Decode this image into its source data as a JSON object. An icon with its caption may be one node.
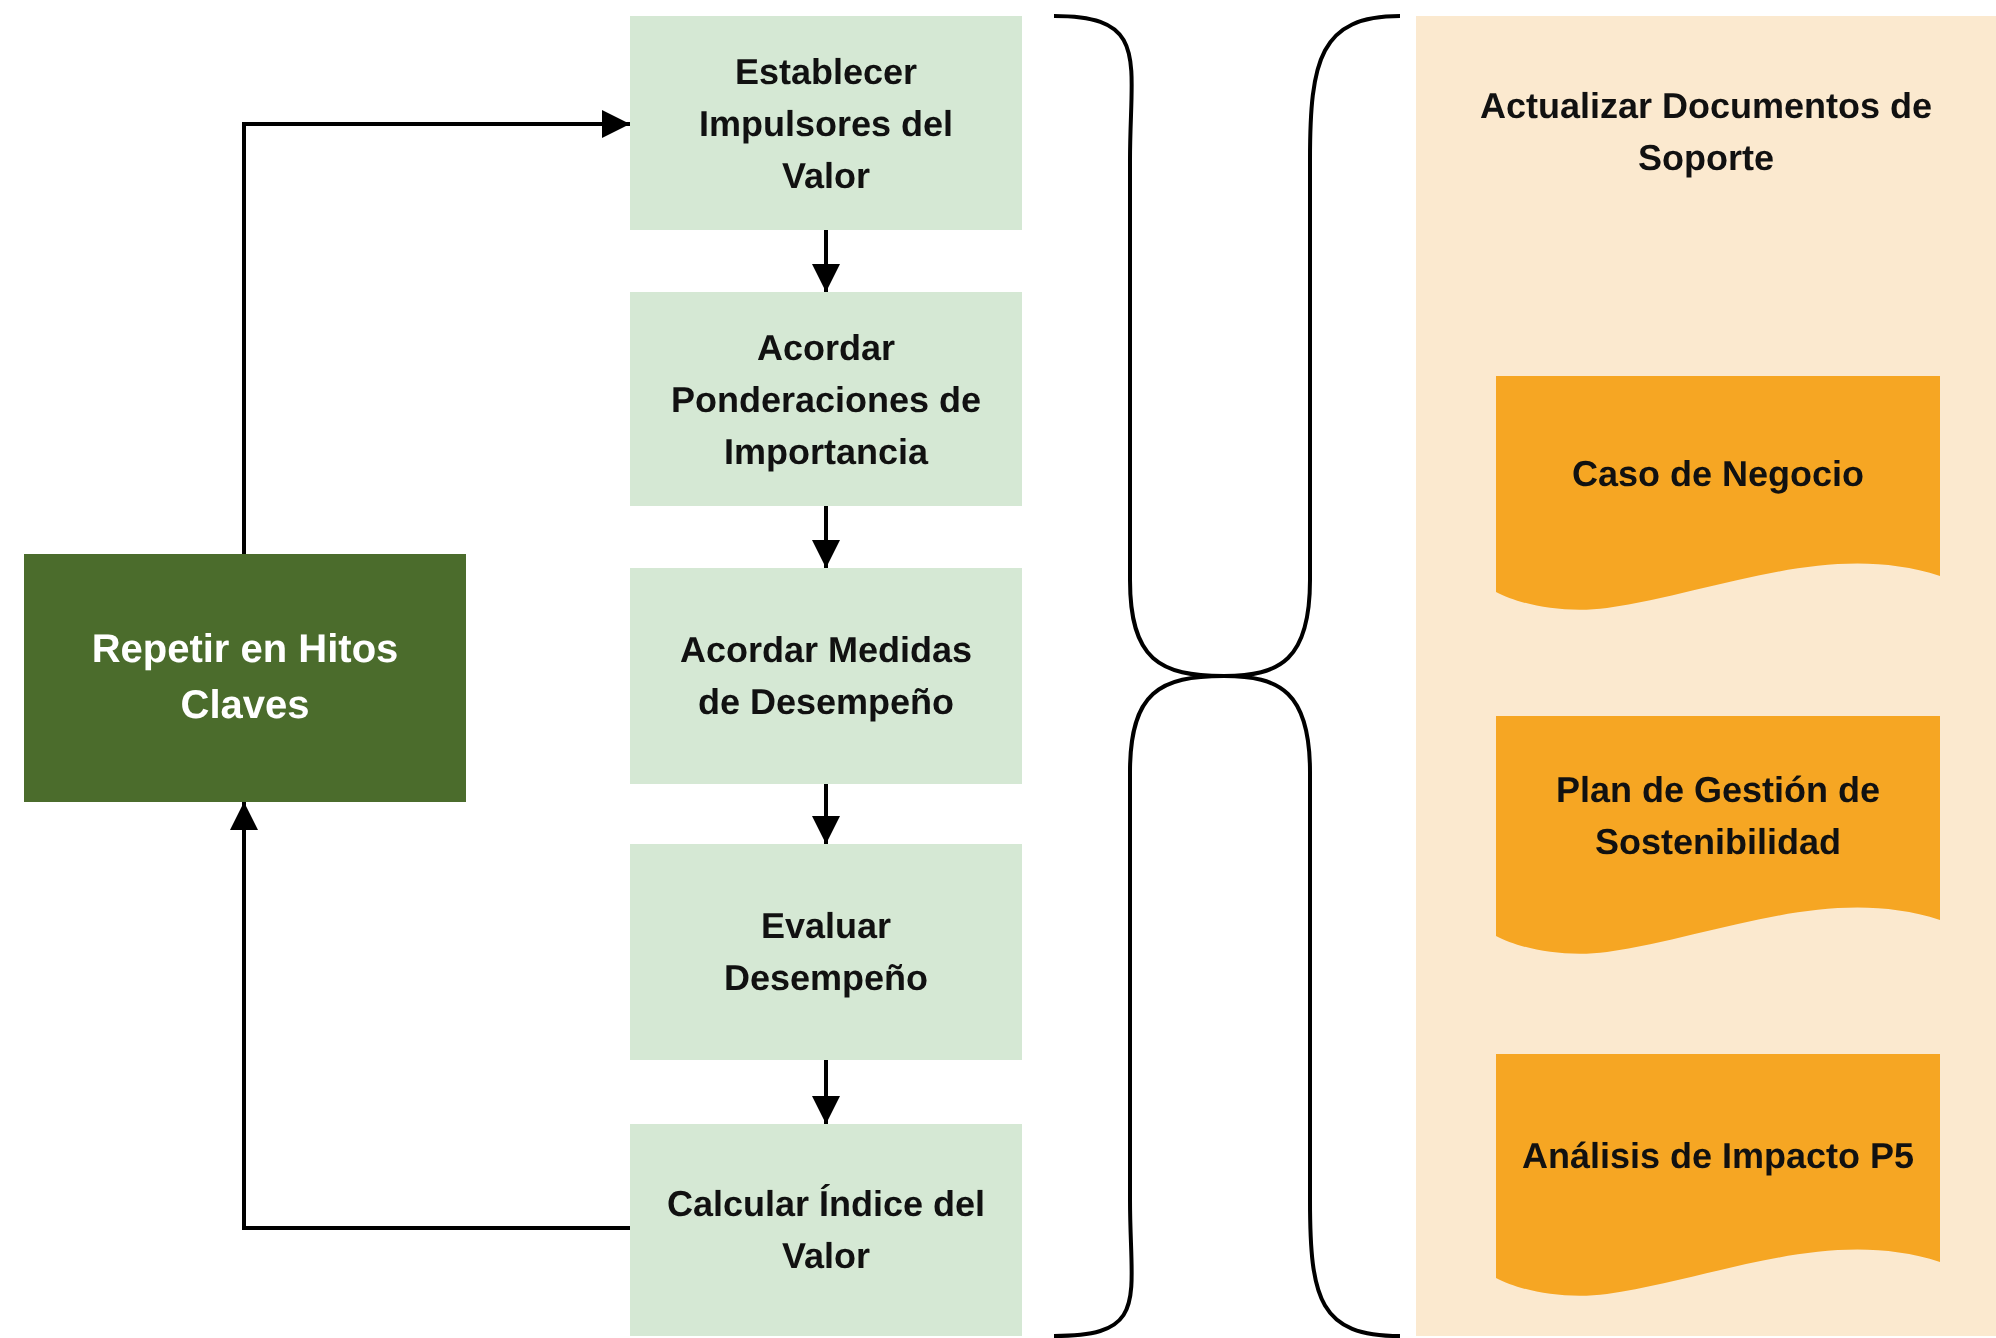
{
  "diagram": {
    "nodes": [
      {
        "text": [
          "Establecer Impulsores del Valor"
        ]
      },
      {
        "text": [
          "Acordar Ponderaciones de Importancia"
        ]
      },
      {
        "text": [
          "Acordar Medidas de Desempeño"
        ]
      },
      {
        "text": [
          "Evaluar Desempeño"
        ]
      },
      {
        "text": [
          "Calcular Índice del Valor"
        ]
      },
      {
        "text": [
          "Repetir en Hitos Claves"
        ]
      },
      {
        "text": [
          "Actualizar Documentos de Soporte"
        ]
      },
      {
        "text": [
          "Caso de Negocio"
        ],
        "in": 6
      },
      {
        "text": [
          "Plan de Gestión de Sostenibilidad"
        ],
        "in": 6
      },
      {
        "text": [
          "Análisis de Impacto P5"
        ],
        "in": 6
      }
    ],
    "edges": [
      {
        "from": 0,
        "to": 1,
        "arrow": "to"
      },
      {
        "from": 1,
        "to": 2,
        "arrow": "to"
      },
      {
        "from": 2,
        "to": 3,
        "arrow": "to"
      },
      {
        "from": 3,
        "to": 4,
        "arrow": "to"
      },
      {
        "from": 5,
        "to": 0,
        "arrow": "to"
      },
      {
        "from": 4,
        "to": 5,
        "arrow": "to"
      }
    ]
  }
}
